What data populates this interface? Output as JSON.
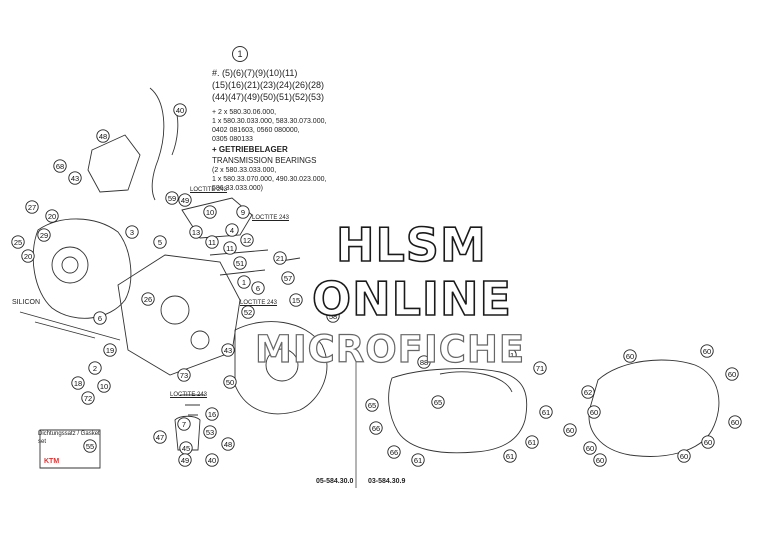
{
  "part_notes": {
    "header_callout": "1",
    "header_list": [
      "#. (5)(6)(7)(9)(10)(11)",
      "(15)(16)(21)(23)(24)(26)(28)",
      "(44)(47)(49)(50)(51)(52)(53)"
    ],
    "lines": [
      "+ 2 x 580.30.06.000,",
      "  1 x 580.30.033.000, 583.30.073.000,",
      "  0402 081603, 0560 080000,",
      "  0305 080133",
      "+ GETRIEBELAGER",
      "  TRANSMISSION BEARINGS",
      "  (2 x 580.33.033.000,",
      "  1 x 580.33.070.000, 490.30.023.000,",
      "  586.33.033.000)"
    ]
  },
  "labels": {
    "silicon": "SILICON",
    "loctite_1": "LOCTITE 243",
    "loctite_2": "LOCTITE 243",
    "loctite_3": "LOCTITE 243",
    "loctite_4": "LOCTITE 243",
    "caption_box": "Dichtungssatz / Gasket set",
    "brand": "KTM"
  },
  "figure_codes": {
    "left": "05-584.30.0",
    "right": "03-584.30.9"
  },
  "watermark": {
    "line1": "HLSM",
    "line2": "ONLINE",
    "line3": "MICROFICHE"
  },
  "callouts": [
    "40",
    "48",
    "68",
    "43",
    "27",
    "20",
    "29",
    "25",
    "20",
    "5",
    "6",
    "3",
    "55",
    "59",
    "49",
    "10",
    "11",
    "13",
    "4",
    "9",
    "12",
    "11",
    "51",
    "26",
    "21",
    "6",
    "15",
    "57",
    "52",
    "58",
    "19",
    "2",
    "10",
    "18",
    "72",
    "73",
    "43",
    "50",
    "7",
    "16",
    "53",
    "1",
    "47",
    "48",
    "45",
    "49",
    "40",
    "60",
    "88",
    "71",
    "71",
    "65",
    "66",
    "61",
    "61",
    "61",
    "65",
    "66",
    "60",
    "60",
    "62",
    "60",
    "60",
    "60",
    "60",
    "60",
    "60",
    "60",
    "61"
  ]
}
